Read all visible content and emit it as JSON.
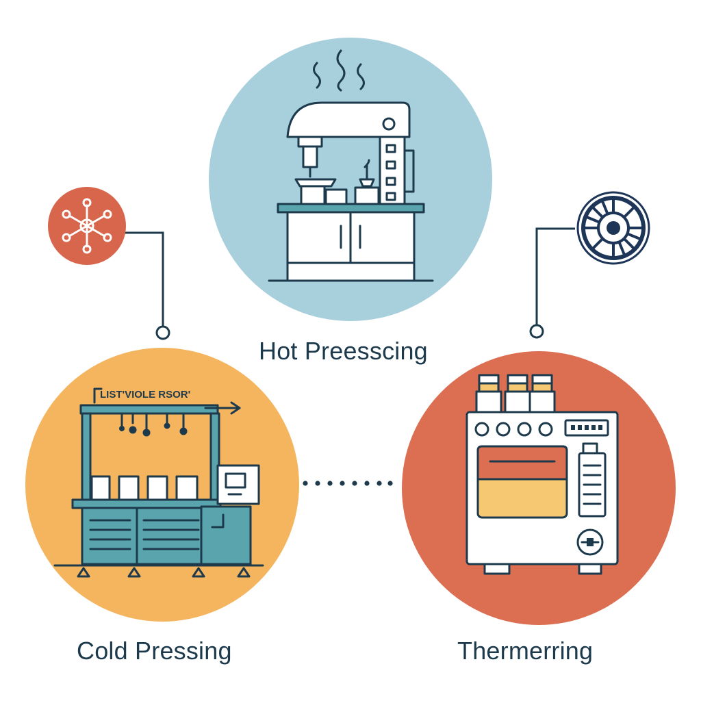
{
  "colors": {
    "background": "#ffffff",
    "hot_circle": "#a8cfdc",
    "cold_circle": "#f5b45e",
    "therm_circle": "#dc6e51",
    "outline": "#1d3a4d",
    "teal": "#5aa5ad",
    "accent_red": "#d8664c",
    "navy": "#1d3557",
    "paper": "#ffffff",
    "sub_window": "#f6c872"
  },
  "diagram": {
    "nodes": [
      {
        "id": "hot",
        "label": "Hot Preesscing",
        "icon": "hot-press-machine-icon"
      },
      {
        "id": "cold",
        "label": "Cold Pressing",
        "icon": "cold-press-line-icon",
        "sign": "LIST'VIOLE RSOR'"
      },
      {
        "id": "therm",
        "label": "Thermerring",
        "icon": "thermal-oven-icon"
      }
    ],
    "side_icons": [
      {
        "id": "network",
        "icon": "network-node-icon"
      },
      {
        "id": "wheel",
        "icon": "gear-wheel-icon"
      }
    ]
  }
}
